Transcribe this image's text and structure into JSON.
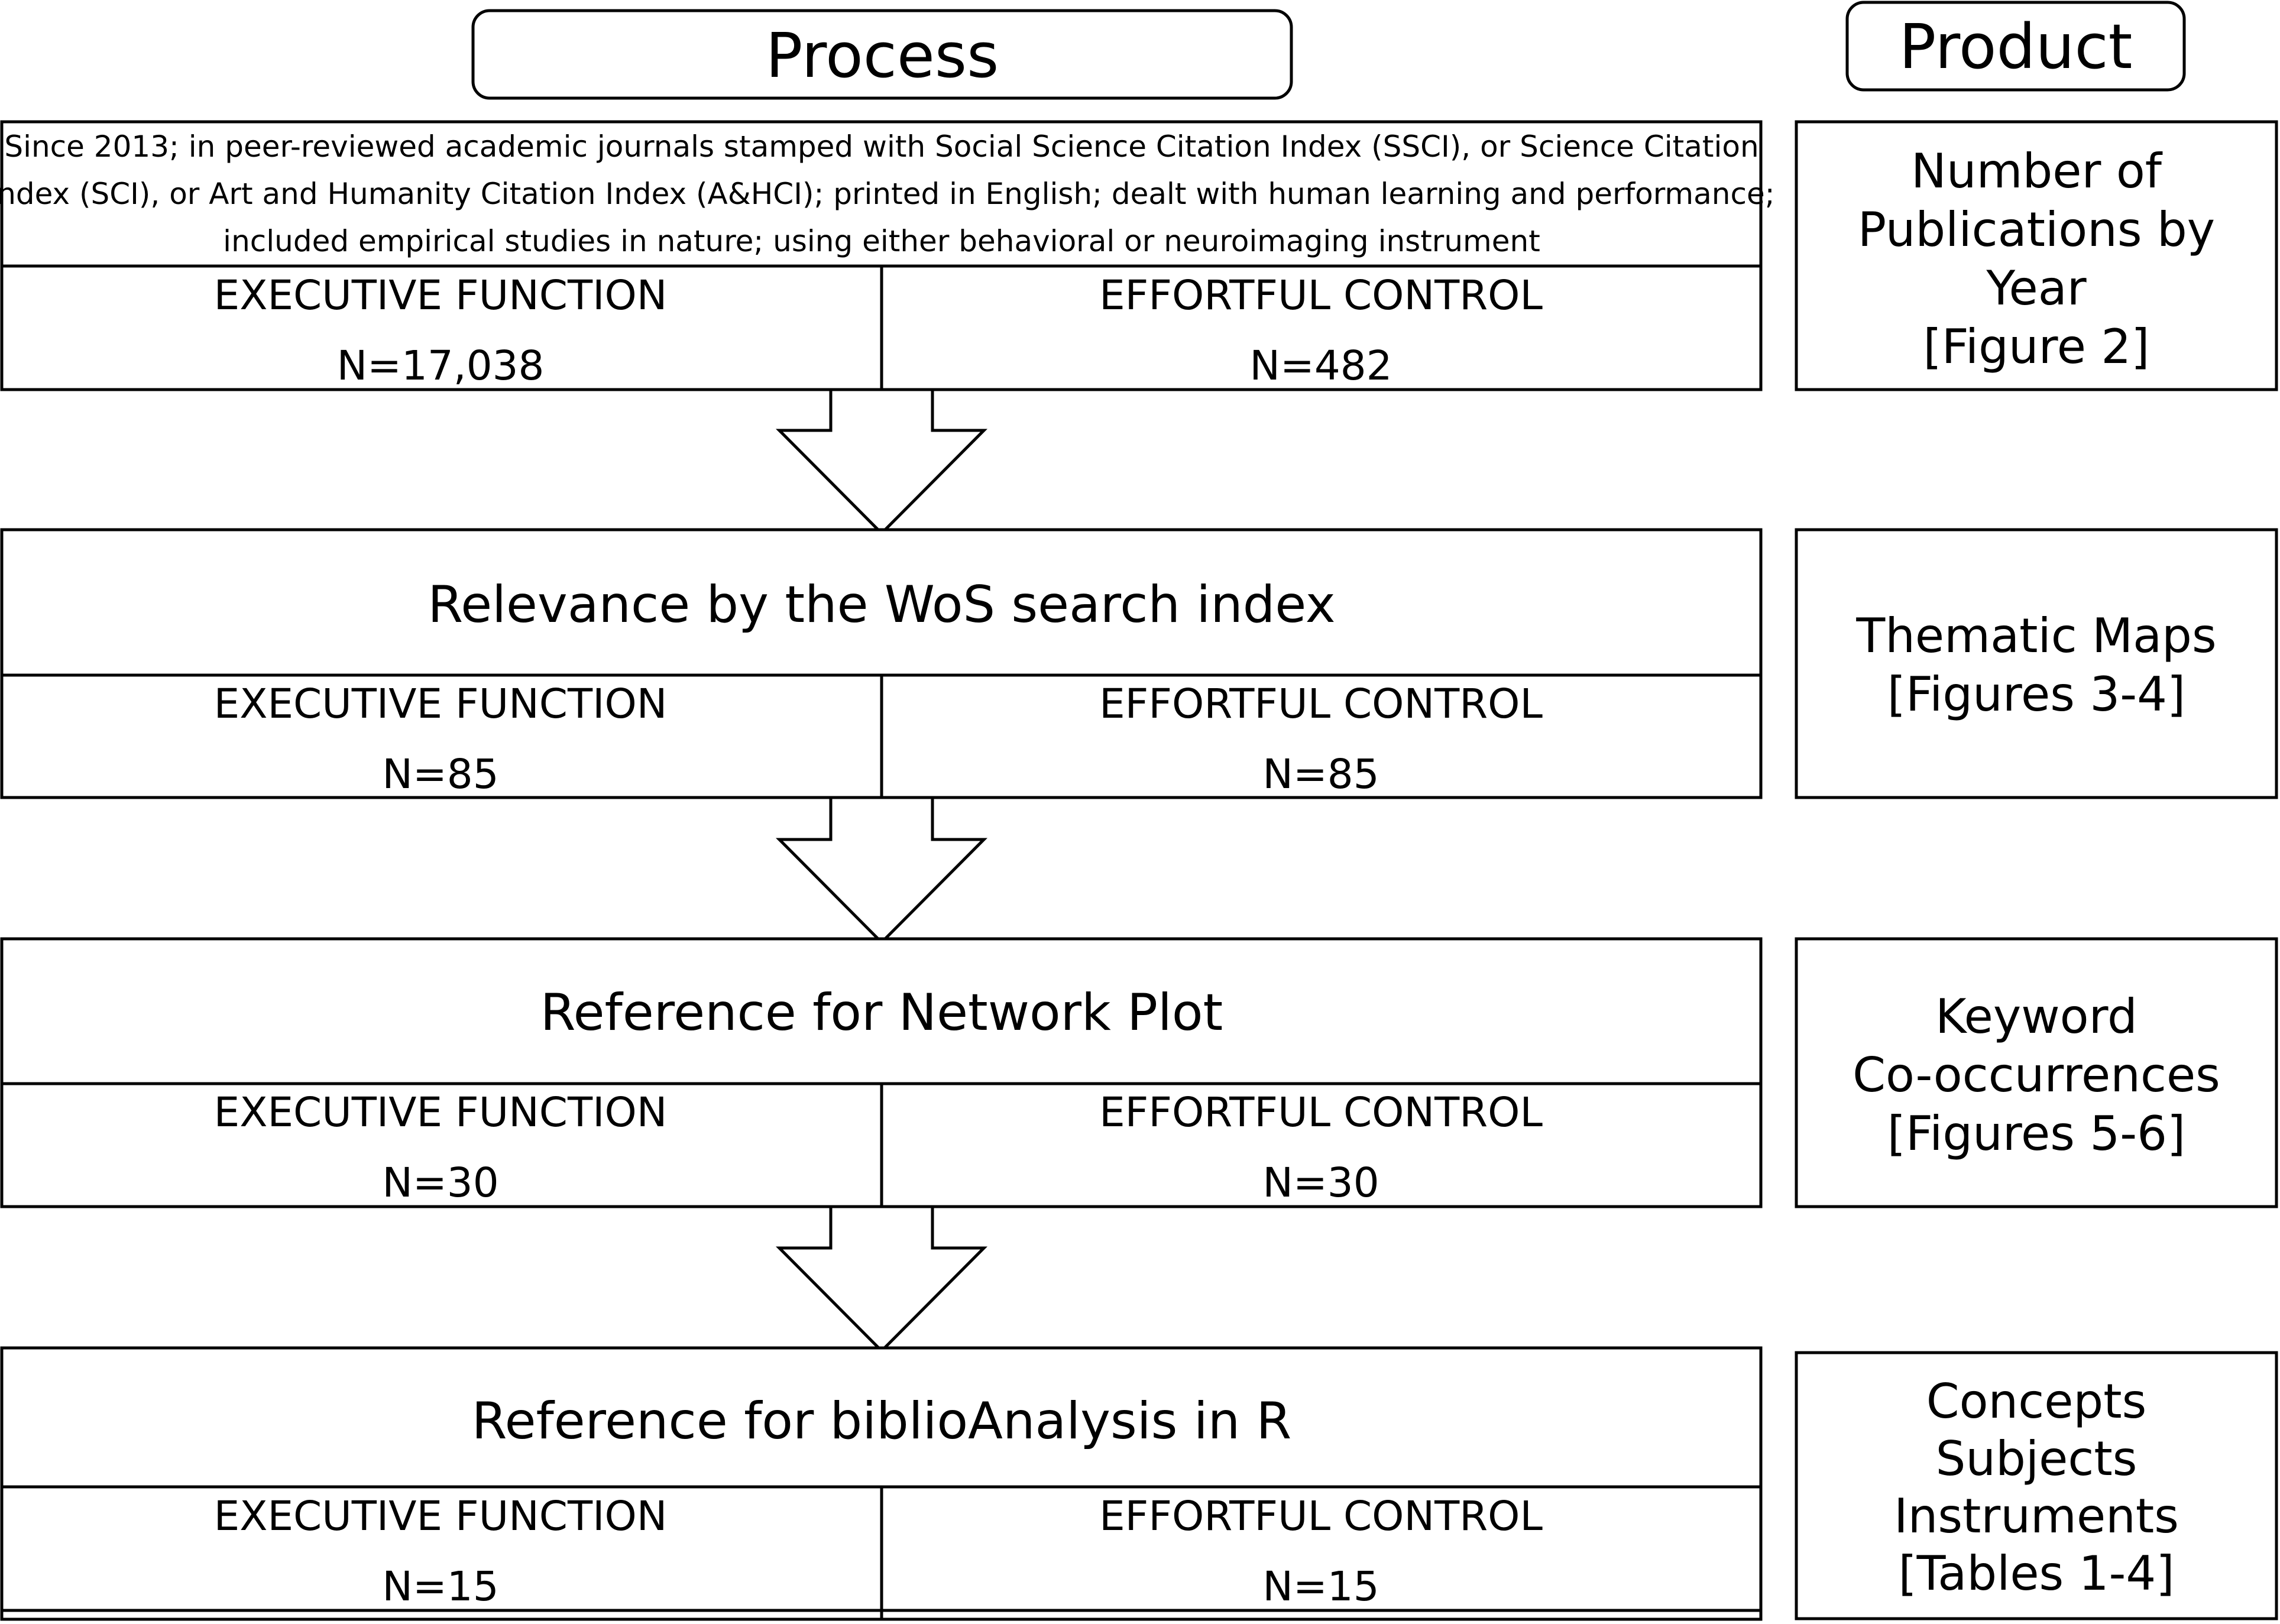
{
  "headers": {
    "process": "Process",
    "product": "Product"
  },
  "stages": [
    {
      "title_lines": [
        "Since 2013;  in peer-reviewed academic journals stamped with Social Science Citation Index (SSCI), or Science Citation",
        "Index (SCI), or Art and Humanity Citation Index (A&HCI); printed in English; dealt with human learning and performance;",
        "included empirical studies in nature; using either behavioral or neuroimaging instrument"
      ],
      "left": {
        "label": "EXECUTIVE FUNCTION",
        "count": "N=17,038"
      },
      "right": {
        "label": "EFFORTFUL CONTROL",
        "count": "N=482"
      },
      "product_lines": [
        "Number of",
        "Publications by",
        "Year",
        "[Figure 2]"
      ]
    },
    {
      "title_lines": [
        "Relevance by the WoS search index"
      ],
      "left": {
        "label": "EXECUTIVE FUNCTION",
        "count": "N=85"
      },
      "right": {
        "label": "EFFORTFUL CONTROL",
        "count": "N=85"
      },
      "product_lines": [
        "Thematic Maps",
        "[Figures 3-4]"
      ]
    },
    {
      "title_lines": [
        "Reference for Network Plot"
      ],
      "left": {
        "label": "EXECUTIVE FUNCTION",
        "count": "N=30"
      },
      "right": {
        "label": "EFFORTFUL CONTROL",
        "count": "N=30"
      },
      "product_lines": [
        "Keyword",
        "Co-occurrences",
        "[Figures 5-6]"
      ]
    },
    {
      "title_lines": [
        "Reference for biblioAnalysis in R"
      ],
      "left": {
        "label": "EXECUTIVE FUNCTION",
        "count": "N=15"
      },
      "right": {
        "label": "EFFORTFUL CONTROL",
        "count": "N=15"
      },
      "product_lines": [
        "Concepts",
        "Subjects",
        "Instruments",
        "[Tables 1-4]"
      ]
    }
  ]
}
